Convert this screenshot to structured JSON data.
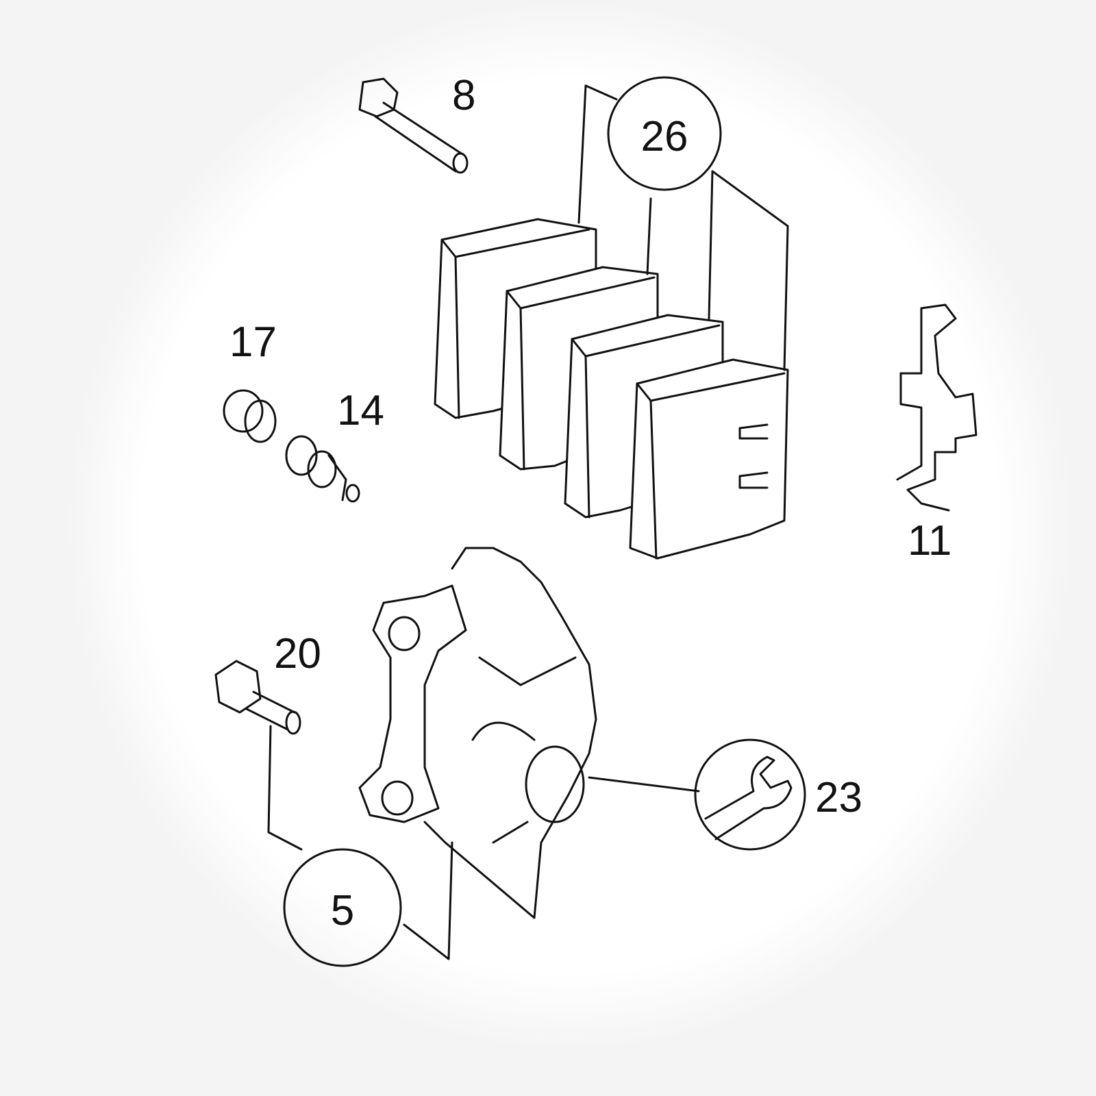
{
  "diagram": {
    "parts": [
      {
        "id": "8",
        "name": "pad-pin",
        "circled": false
      },
      {
        "id": "26",
        "name": "brake-pad-set",
        "circled": true
      },
      {
        "id": "17",
        "name": "bleeder-cap",
        "circled": false
      },
      {
        "id": "14",
        "name": "bleeder-screw",
        "circled": false
      },
      {
        "id": "11",
        "name": "pad-spring",
        "circled": false
      },
      {
        "id": "20",
        "name": "caliper-bolt",
        "circled": false
      },
      {
        "id": "23",
        "name": "caliper-piston-tool",
        "circled": true,
        "icon": "wrench-icon"
      },
      {
        "id": "5",
        "name": "brake-caliper",
        "circled": true
      }
    ]
  }
}
